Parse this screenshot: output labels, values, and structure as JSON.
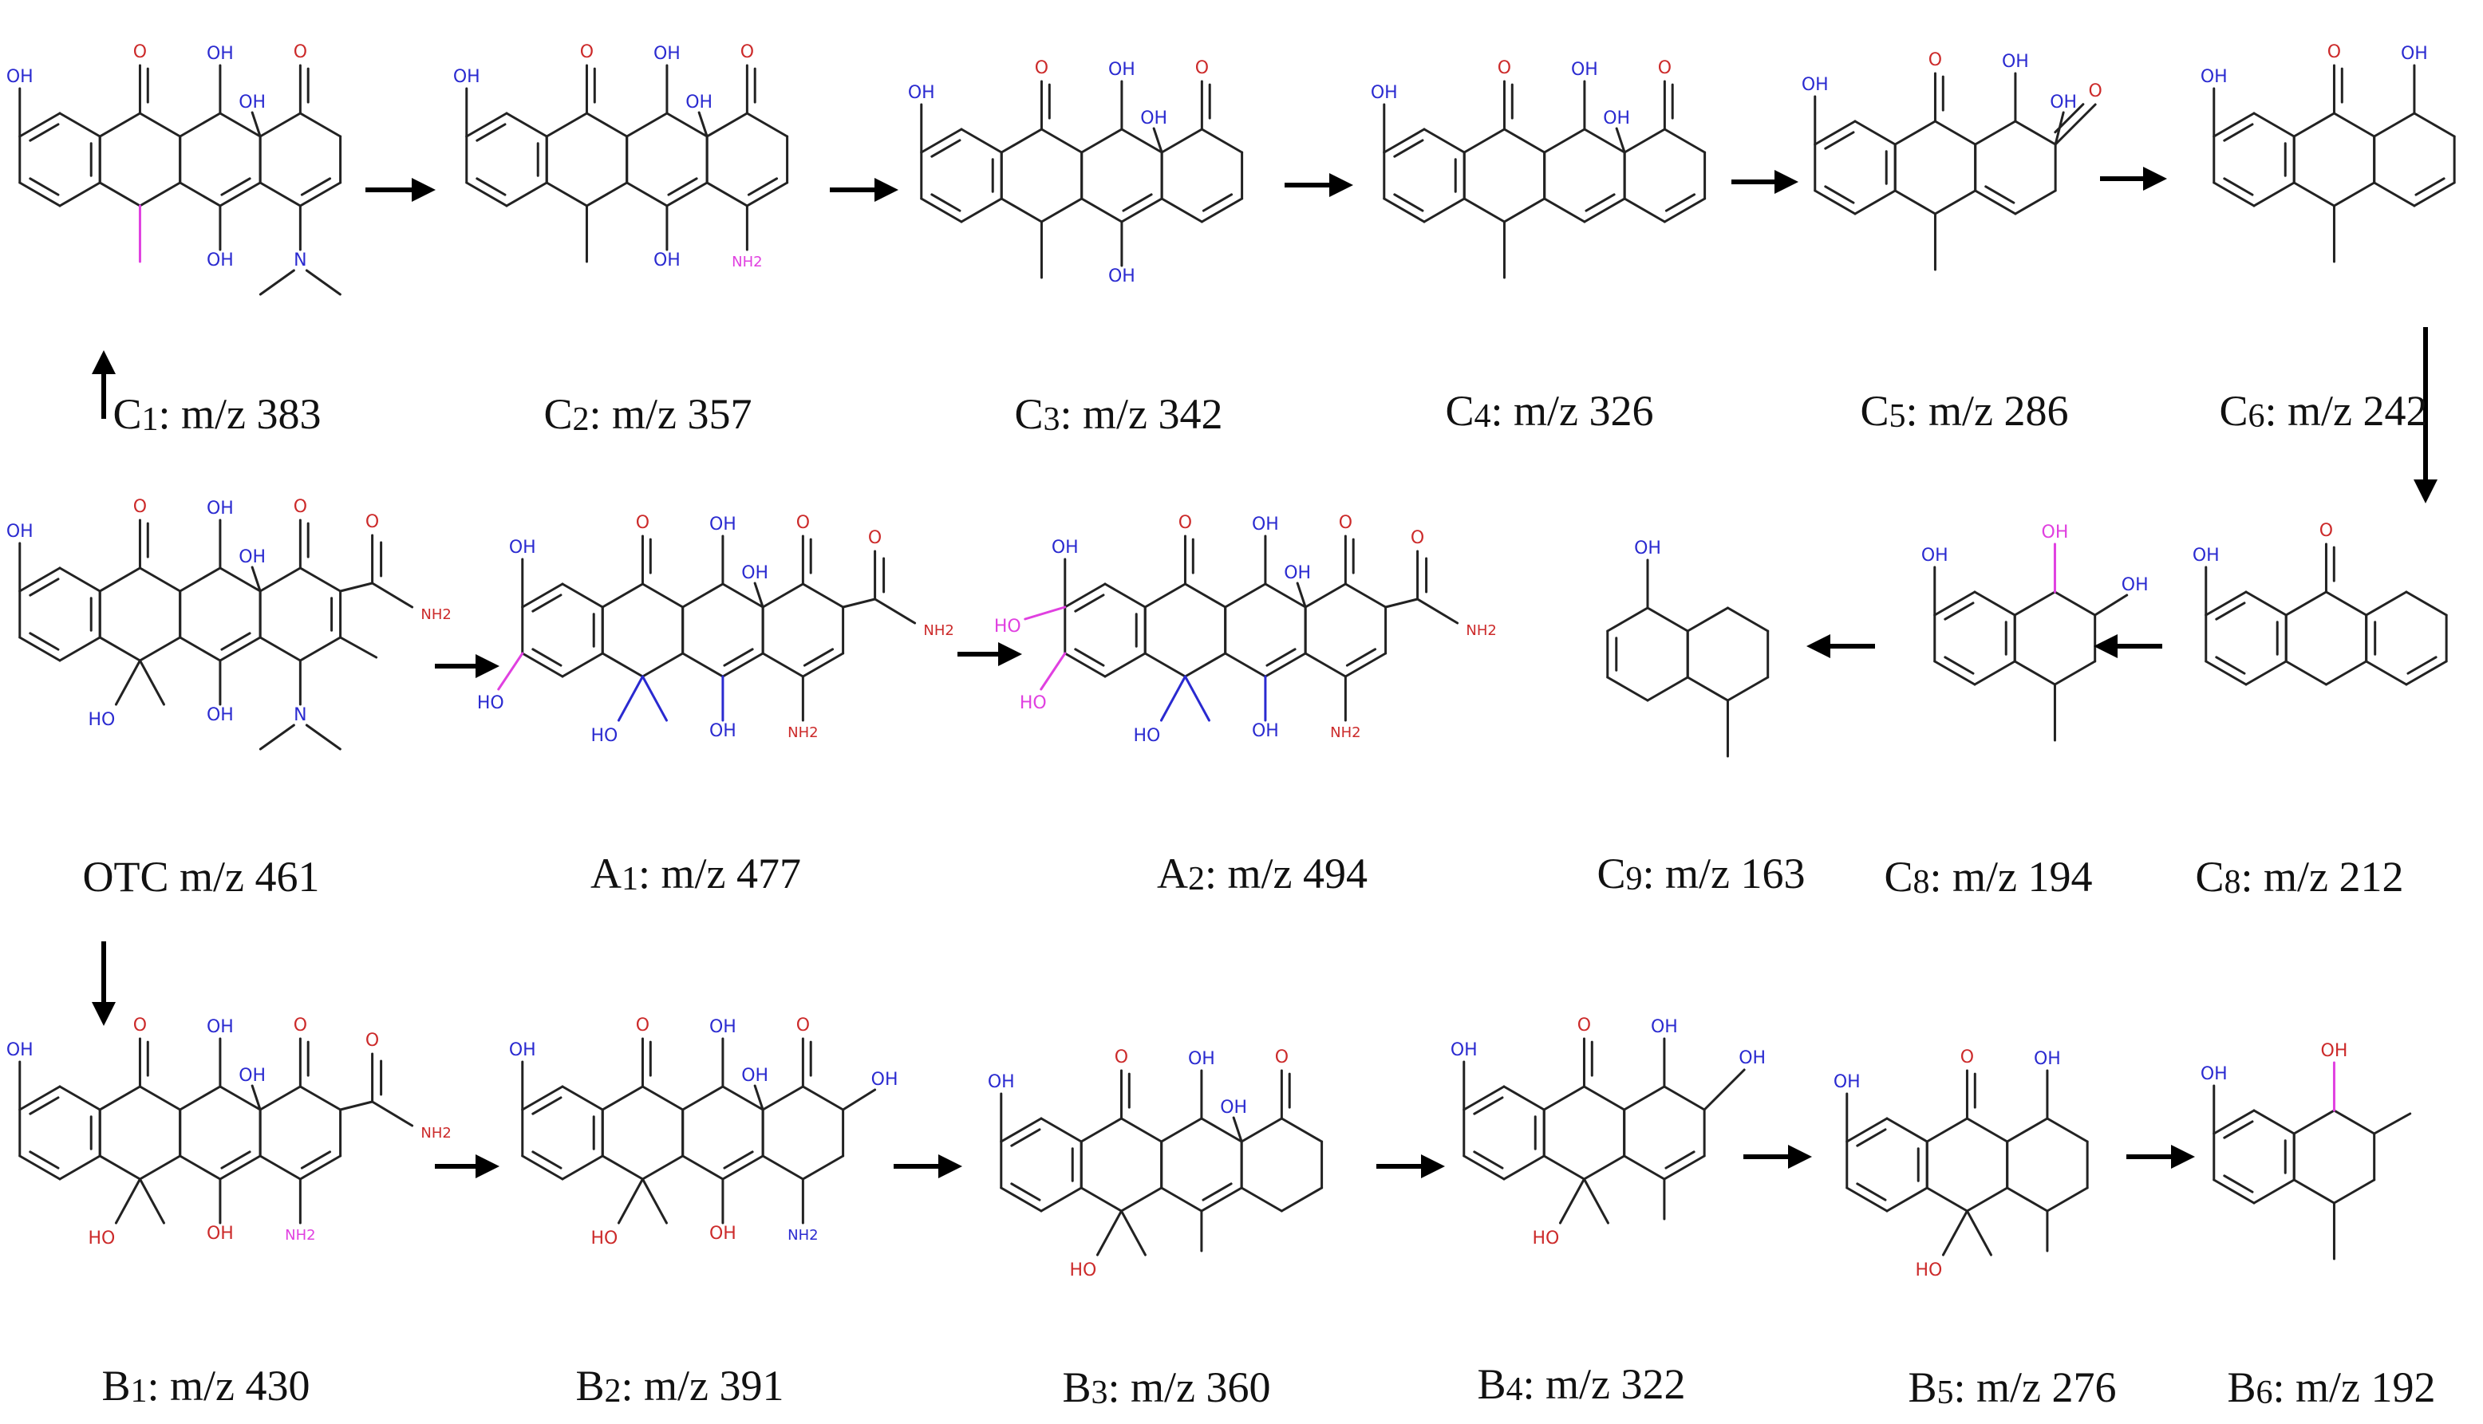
{
  "colors": {
    "bond": "#222222",
    "oxygen": "#cc2a2a",
    "hydroxyl": "#2a2ad0",
    "highlight": "#e040e0",
    "caption": "#111111",
    "arrow": "#000000"
  },
  "labels": {
    "oh": "OH",
    "o": "O",
    "nh2": "NH2",
    "ho": "HO",
    "n": "N"
  },
  "compounds": [
    {
      "id": "c1",
      "name": "C",
      "num": "1",
      "mz": ": m/z 383"
    },
    {
      "id": "c2",
      "name": "C",
      "num": "2",
      "mz": ": m/z 357"
    },
    {
      "id": "c3",
      "name": "C",
      "num": "3",
      "mz": ": m/z 342"
    },
    {
      "id": "c4",
      "name": "C",
      "num": "4",
      "mz": ": m/z 326"
    },
    {
      "id": "c5",
      "name": "C",
      "num": "5",
      "mz": ": m/z 286"
    },
    {
      "id": "c6",
      "name": "C",
      "num": "6",
      "mz": ": m/z 242"
    },
    {
      "id": "otc",
      "name": "OTC",
      "num": "",
      "mz": " m/z 461"
    },
    {
      "id": "a1",
      "name": "A",
      "num": "1",
      "mz": ": m/z 477"
    },
    {
      "id": "a2",
      "name": "A",
      "num": "2",
      "mz": ": m/z 494"
    },
    {
      "id": "c9",
      "name": "C",
      "num": "9",
      "mz": ": m/z 163"
    },
    {
      "id": "c8b",
      "name": "C",
      "num": "8",
      "mz": ": m/z 194"
    },
    {
      "id": "c8a",
      "name": "C",
      "num": "8",
      "mz": ": m/z 212"
    },
    {
      "id": "b1",
      "name": "B",
      "num": "1",
      "mz": ":  m/z 430"
    },
    {
      "id": "b2",
      "name": "B",
      "num": "2",
      "mz": ": m/z 391"
    },
    {
      "id": "b3",
      "name": "B",
      "num": "3",
      "mz": ": m/z 360"
    },
    {
      "id": "b4",
      "name": "B",
      "num": "4",
      "mz": ": m/z 322"
    },
    {
      "id": "b5",
      "name": "B",
      "num": "5",
      "mz": ": m/z 276"
    },
    {
      "id": "b6",
      "name": "B",
      "num": "6",
      "mz": ": m/z 192"
    }
  ]
}
